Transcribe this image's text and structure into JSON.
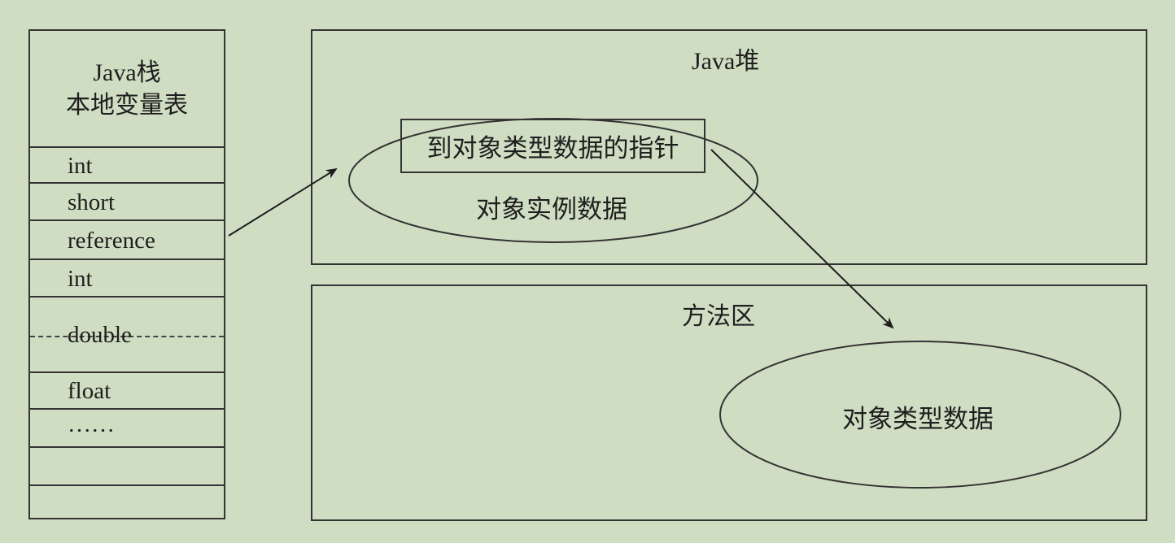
{
  "stack": {
    "title_line1": "Java栈",
    "title_line2": "本地变量表",
    "rows": [
      {
        "label": "int"
      },
      {
        "label": "short"
      },
      {
        "label": "reference"
      },
      {
        "label": "int"
      },
      {
        "label": "double"
      },
      {
        "label": "float"
      },
      {
        "label": "……"
      },
      {
        "label": ""
      },
      {
        "label": ""
      }
    ]
  },
  "heap": {
    "title": "Java堆",
    "pointer_label": "到对象类型数据的指针",
    "instance_label": "对象实例数据"
  },
  "method_area": {
    "title": "方法区",
    "type_data_label": "对象类型数据"
  },
  "colors": {
    "background": "#cfdec3",
    "stroke": "#333333"
  }
}
